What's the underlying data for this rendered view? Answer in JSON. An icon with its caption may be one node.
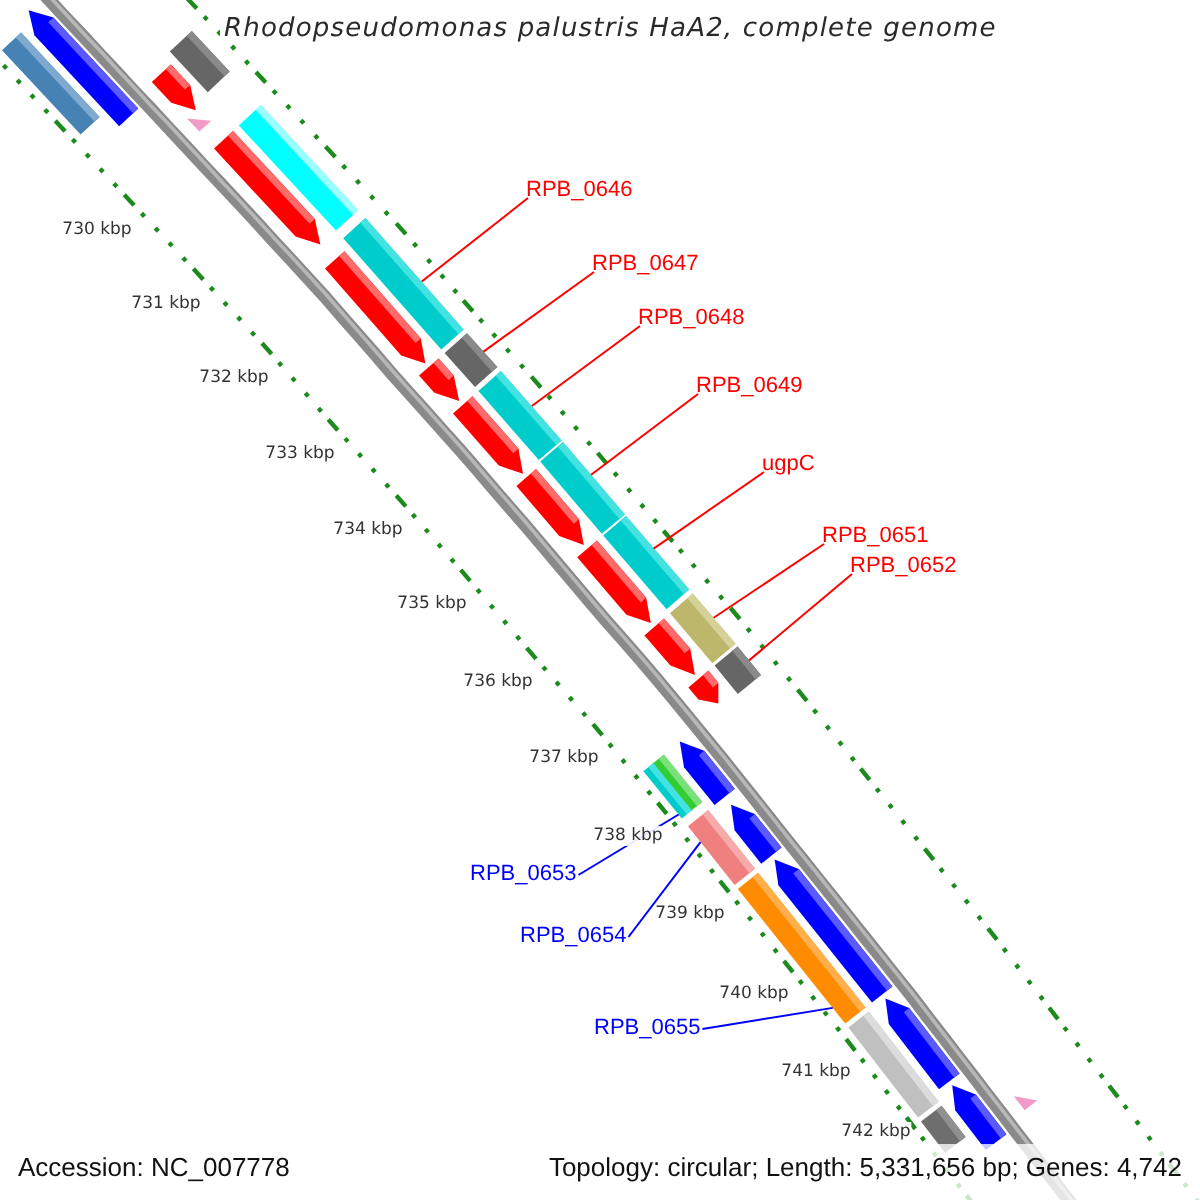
{
  "diagram": {
    "title": "Rhodopseudomonas palustris HaA2, complete genome",
    "nodes": [
      {
        "text": [
          "RPB_0646"
        ]
      },
      {
        "text": [
          "RPB_0647"
        ]
      },
      {
        "text": [
          "RPB_0648"
        ]
      },
      {
        "text": [
          "RPB_0649"
        ]
      },
      {
        "text": [
          "ugpC"
        ]
      },
      {
        "text": [
          "RPB_0651"
        ]
      },
      {
        "text": [
          "RPB_0652"
        ]
      },
      {
        "text": [
          "RPB_0653"
        ]
      },
      {
        "text": [
          "RPB_0654"
        ]
      },
      {
        "text": [
          "RPB_0655"
        ]
      },
      {
        "text": [],
        "shape": "bar"
      },
      {
        "text": [],
        "shape": "arrow"
      },
      {
        "text": [],
        "shape": "bar"
      },
      {
        "text": [],
        "shape": "arrow"
      },
      {
        "text": [],
        "shape": "bar"
      },
      {
        "text": [],
        "shape": "arrow"
      },
      {
        "text": [],
        "shape": "bar"
      },
      {
        "text": [],
        "shape": "arrow"
      },
      {
        "text": [],
        "shape": "bar"
      },
      {
        "text": [],
        "shape": "arrow"
      },
      {
        "text": [],
        "shape": "bar"
      },
      {
        "text": [],
        "shape": "arrow"
      },
      {
        "text": [],
        "shape": "bar"
      },
      {
        "text": [],
        "shape": "arrow"
      },
      {
        "text": [],
        "shape": "bar"
      },
      {
        "text": [],
        "shape": "arrow"
      },
      {
        "text": [],
        "shape": "bar"
      },
      {
        "text": [],
        "shape": "arrow"
      },
      {
        "text": [],
        "shape": "bar"
      },
      {
        "text": [],
        "shape": "arrow"
      },
      {
        "text": [],
        "shape": "bar"
      },
      {
        "text": [],
        "shape": "bar"
      },
      {
        "text": [],
        "shape": "arrow"
      },
      {
        "text": [],
        "shape": "bar"
      },
      {
        "text": [],
        "shape": "arrow"
      },
      {
        "text": [],
        "shape": "bar"
      },
      {
        "text": [],
        "shape": "arrow"
      },
      {
        "text": [],
        "shape": "bar"
      },
      {
        "text": [],
        "shape": "arrow"
      },
      {
        "text": [],
        "shape": "arrow"
      },
      {
        "text": [],
        "shape": "bar"
      }
    ],
    "edges": [
      {
        "from": 0,
        "to": 16,
        "arrow": "none"
      },
      {
        "from": 1,
        "to": 18,
        "arrow": "none"
      },
      {
        "from": 2,
        "to": 20,
        "arrow": "none"
      },
      {
        "from": 3,
        "to": 22,
        "arrow": "none"
      },
      {
        "from": 4,
        "to": 24,
        "arrow": "none"
      },
      {
        "from": 5,
        "to": 26,
        "arrow": "none"
      },
      {
        "from": 6,
        "to": 28,
        "arrow": "none"
      },
      {
        "from": 7,
        "to": 30,
        "arrow": "none",
        "color": "#0000ff"
      },
      {
        "from": 8,
        "to": 33,
        "arrow": "none",
        "color": "#0000ff"
      },
      {
        "from": 9,
        "to": 35,
        "arrow": "none",
        "color": "#0000ff"
      }
    ],
    "labels": [
      "730 kbp",
      "731 kbp",
      "732 kbp",
      "733 kbp",
      "734 kbp",
      "735 kbp",
      "736 kbp",
      "737 kbp",
      "738 kbp",
      "739 kbp",
      "740 kbp",
      "741 kbp",
      "742 kbp",
      "Accession: NC_007778",
      "Topology: circular; Length: 5,331,656 bp; Genes: 4,742"
    ]
  }
}
